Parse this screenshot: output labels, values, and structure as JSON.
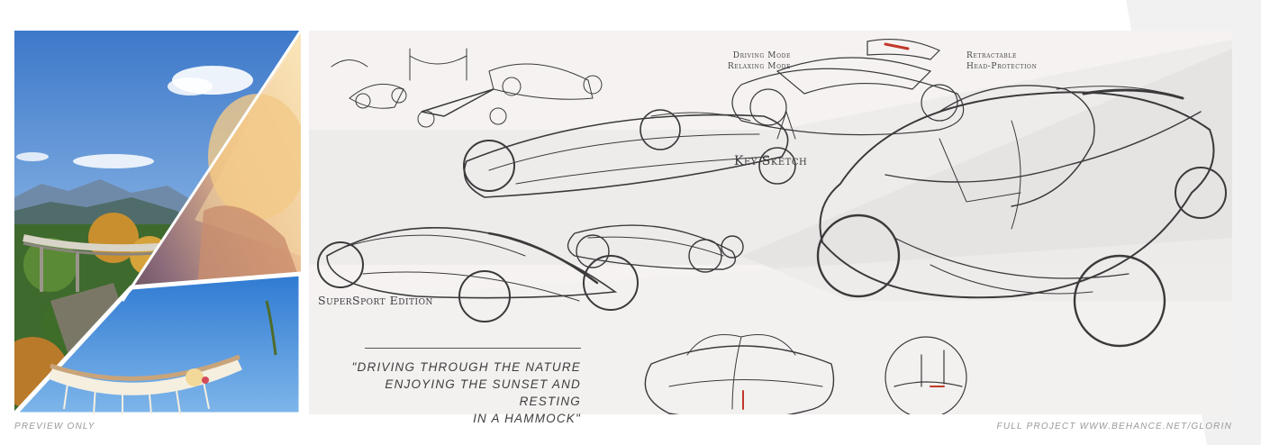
{
  "labels": {
    "driving_mode": "Driving Mode",
    "relaxing_mode": "Relaxing Mode",
    "retractable": "Retractable",
    "head_protection": "Head-Protection",
    "key_sketch": "Key Sketch",
    "supersport": "SuperSport Edition"
  },
  "quote": {
    "line1": "\"DRIVING THROUGH THE NATURE",
    "line2": "ENJOYING THE SUNSET AND RESTING",
    "line3": "IN A HAMMOCK\""
  },
  "footer": {
    "left": "PREVIEW ONLY",
    "right": "FULL PROJECT  WWW.BEHANCE.NET/GLORIN"
  }
}
